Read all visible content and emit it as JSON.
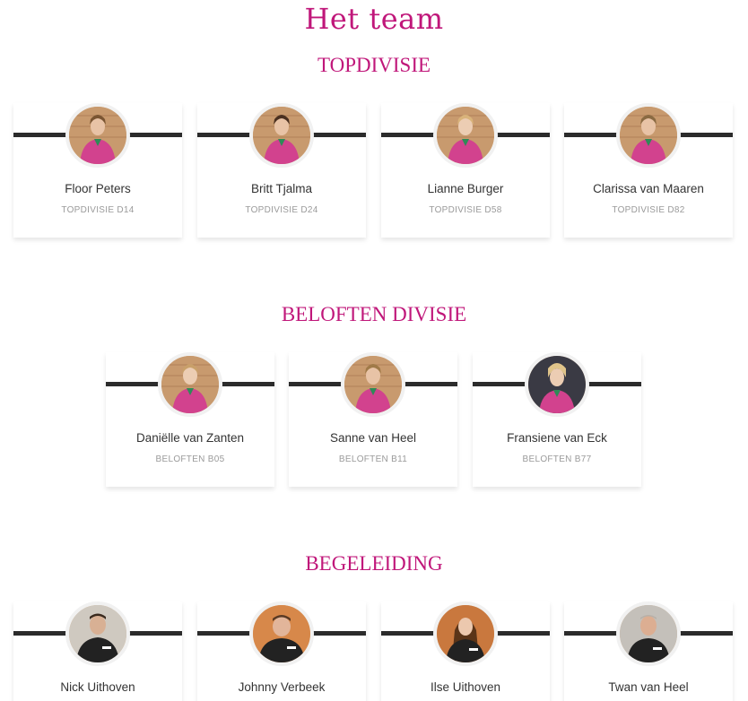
{
  "page": {
    "title": "Het team"
  },
  "sections": [
    {
      "title": "TOPDIVISIE",
      "members": [
        {
          "name": "Floor Peters",
          "role": "TOPDIVISIE D14"
        },
        {
          "name": "Britt Tjalma",
          "role": "TOPDIVISIE D24"
        },
        {
          "name": "Lianne Burger",
          "role": "TOPDIVISIE D58"
        },
        {
          "name": "Clarissa van Maaren",
          "role": "TOPDIVISIE D82"
        }
      ]
    },
    {
      "title": "BELOFTEN DIVISIE",
      "members": [
        {
          "name": "Daniëlle van Zanten",
          "role": "BELOFTEN B05"
        },
        {
          "name": "Sanne van Heel",
          "role": "BELOFTEN B11"
        },
        {
          "name": "Fransiene van Eck",
          "role": "BELOFTEN B77"
        }
      ]
    },
    {
      "title": "BEGELEIDING",
      "members": [
        {
          "name": "Nick Uithoven",
          "role": ""
        },
        {
          "name": "Johnny Verbeek",
          "role": ""
        },
        {
          "name": "Ilse Uithoven",
          "role": ""
        },
        {
          "name": "Twan van Heel",
          "role": ""
        }
      ]
    }
  ],
  "colors": {
    "accent": "#c0177a",
    "divider": "#2b2b2b",
    "jersey": "#d2428e",
    "staff_jacket": "#222222"
  }
}
